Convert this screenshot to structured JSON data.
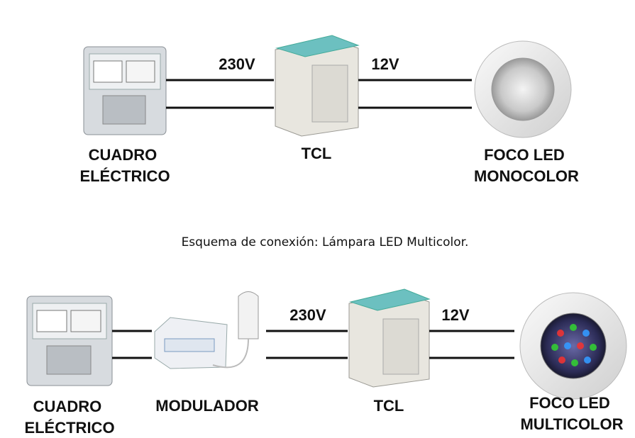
{
  "top_diagram": {
    "cuadro": [
      "CUADRO",
      "ELÉCTRICO"
    ],
    "voltage_in": "230V",
    "tcl": "TCL",
    "voltage_out": "12V",
    "foco": [
      "FOCO LED",
      "MONOCOLOR"
    ]
  },
  "caption": "Esquema de conexión: Lámpara LED Multicolor.",
  "bottom_diagram": {
    "cuadro": [
      "CUADRO",
      "ELÉCTRICO"
    ],
    "modulador": "MODULADOR",
    "voltage_in": "230V",
    "tcl": "TCL",
    "voltage_out": "12V",
    "foco": [
      "FOCO LED",
      "MULTICOLOR"
    ]
  },
  "colors": {
    "wire": "#111111",
    "tcl_accent": "#5fb8b8"
  }
}
